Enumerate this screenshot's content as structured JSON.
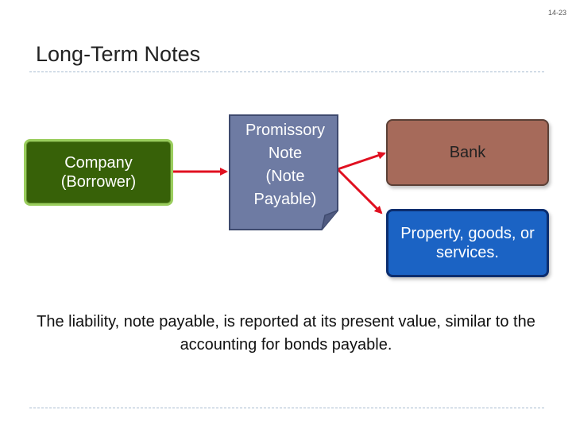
{
  "slide_number": "14-23",
  "title": "Long-Term Notes",
  "nodes": {
    "company": "Company (Borrower)",
    "note_lines": [
      "Promissory",
      "Note",
      "(Note",
      "Payable)"
    ],
    "bank": "Bank",
    "property": "Property, goods, or services."
  },
  "caption": "The liability, note payable, is reported at its present value, similar to the accounting for bonds payable.",
  "colors": {
    "company_fill": "#376108",
    "note_fill": "#6e7ba3",
    "bank_fill": "#a66a5a",
    "property_fill": "#1b63c4",
    "arrow": "#e01020"
  }
}
